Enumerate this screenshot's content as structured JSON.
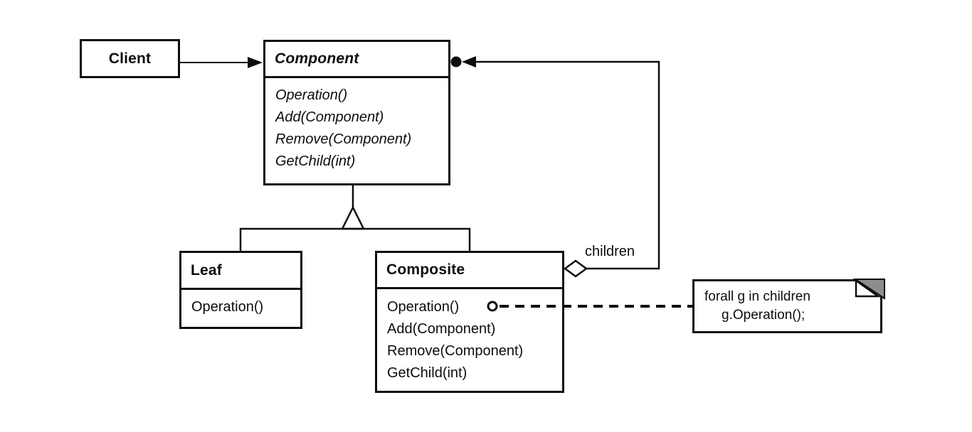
{
  "diagram": {
    "client": {
      "name": "Client"
    },
    "component": {
      "name": "Component",
      "methods": [
        "Operation()",
        "Add(Component)",
        "Remove(Component)",
        "GetChild(int)"
      ]
    },
    "leaf": {
      "name": "Leaf",
      "methods": [
        "Operation()"
      ]
    },
    "composite": {
      "name": "Composite",
      "methods": [
        "Operation()",
        "Add(Component)",
        "Remove(Component)",
        "GetChild(int)"
      ]
    },
    "children_label": "children",
    "note": {
      "lines": [
        "forall g in children",
        "g.Operation();"
      ]
    },
    "colors": {
      "ink": "#0d0d0d",
      "paper": "#ffffff",
      "note_fold_shade": "#8d8d8d"
    }
  }
}
